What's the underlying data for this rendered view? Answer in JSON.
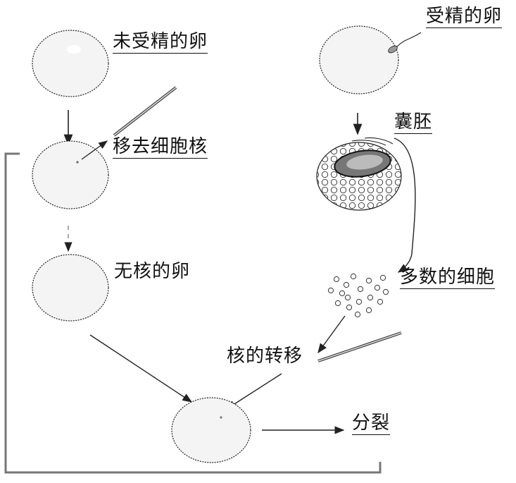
{
  "labels": {
    "unfertilized_egg": "未受精的卵",
    "remove_nucleus": "移去细胞核",
    "enucleated_egg": "无核的卵",
    "fertilized_egg": "受精的卵",
    "blastocyst": "囊胚",
    "many_cells": "多数的细胞",
    "nuclear_transfer": "核的转移",
    "cleavage": "分裂"
  }
}
